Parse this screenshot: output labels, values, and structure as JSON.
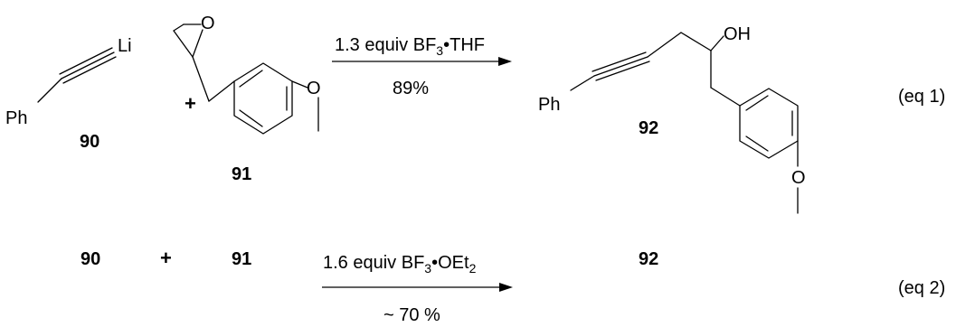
{
  "eq1": {
    "reagent": {
      "label": "Li",
      "phenyl": "Ph",
      "number": "90"
    },
    "plus": "+",
    "epoxide": {
      "oxygen": "O",
      "methoxy_o": "O",
      "number": "91"
    },
    "conditions": {
      "prefix": "1.3 equiv BF",
      "sub": "3",
      "suffix": "•THF",
      "yield": "89%"
    },
    "product": {
      "phenyl": "Ph",
      "hydroxyl": "OH",
      "methoxy_o": "O",
      "number": "92"
    },
    "tag": "(eq 1)"
  },
  "eq2": {
    "reactant1": "90",
    "plus": "+",
    "reactant2": "91",
    "conditions": {
      "prefix": "1.6 equiv BF",
      "sub": "3",
      "mid": "•OEt",
      "sub2": "2",
      "yield": "~ 70 %"
    },
    "product": "92",
    "tag": "(eq 2)"
  }
}
